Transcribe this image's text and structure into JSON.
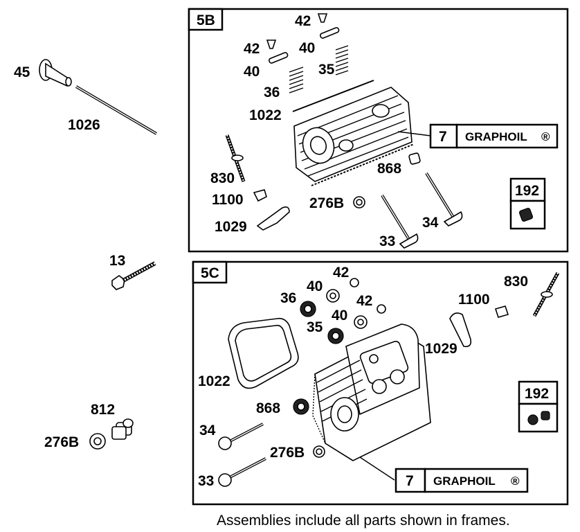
{
  "frames": {
    "frame_5b": {
      "label": "5B"
    },
    "frame_5c": {
      "label": "5C"
    }
  },
  "outside_parts": {
    "p45": "45",
    "p1026": "1026",
    "p13": "13",
    "p812": "812",
    "p276b": "276B"
  },
  "frame_5b_parts": {
    "p42a": "42",
    "p42b": "42",
    "p40a": "40",
    "p40b": "40",
    "p35": "35",
    "p36": "36",
    "p1022": "1022",
    "p830": "830",
    "p1100": "1100",
    "p1029": "1029",
    "p276b": "276B",
    "p868": "868",
    "p33": "33",
    "p34": "34"
  },
  "frame_5c_parts": {
    "p42a": "42",
    "p42b": "42",
    "p40a": "40",
    "p40b": "40",
    "p36": "36",
    "p35": "35",
    "p830": "830",
    "p1100": "1100",
    "p1029": "1029",
    "p1022": "1022",
    "p868": "868",
    "p34": "34",
    "p276b": "276B",
    "p33": "33"
  },
  "callouts": {
    "graphoil_5b": {
      "number": "7",
      "name": "GRAPHOIL",
      "mark": "®"
    },
    "graphoil_5c": {
      "number": "7",
      "name": "GRAPHOIL",
      "mark": "®"
    },
    "kit_5b": {
      "number": "192"
    },
    "kit_5c": {
      "number": "192"
    }
  },
  "footer": {
    "note": "Assemblies include all parts shown in frames."
  }
}
